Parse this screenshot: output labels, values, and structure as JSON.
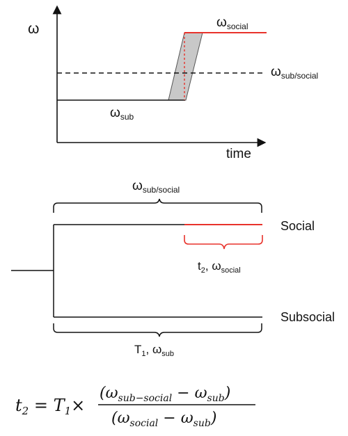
{
  "top_plot": {
    "y_axis_label": "ω",
    "x_axis_label": "time",
    "label_social": {
      "main": "ω",
      "sub": "social"
    },
    "label_sub_social": {
      "main": "ω",
      "sub": "sub/social"
    },
    "label_sub": {
      "main": "ω",
      "sub": "sub"
    },
    "colors": {
      "social_line": "#e8322b",
      "transition_fill": "#c8c8c8",
      "axis": "#111111"
    }
  },
  "tree": {
    "top_brace_label": {
      "main": "ω",
      "sub": "sub/social"
    },
    "social_label": "Social",
    "subsocial_label": "Subsocial",
    "red_brace_label": {
      "t": "t",
      "t_sub": "2",
      "sep": ", ",
      "main": "ω",
      "sub": "social"
    },
    "bottom_brace_label": {
      "t": "T",
      "t_sub": "1",
      "sep": ", ",
      "main": "ω",
      "sub": "sub"
    }
  },
  "formula": {
    "lhs": "t",
    "lhs_sub": "2",
    "eq": " = ",
    "t1": "T",
    "t1_sub": "1",
    "times": "×",
    "num_open": "(ω",
    "num_sub1": "sub−social",
    "num_minus": " − ω",
    "num_sub2": "sub",
    "num_close": ")",
    "den_open": "(ω",
    "den_sub1": "social",
    "den_minus": " − ω",
    "den_sub2": "sub",
    "den_close": ")"
  }
}
